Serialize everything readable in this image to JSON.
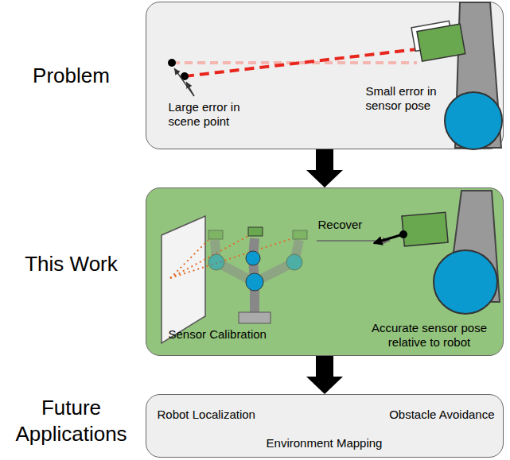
{
  "diagram": {
    "nodes": [
      {
        "text": [
          "Problem",
          "Large error in scene point",
          "Small error in sensor pose"
        ]
      },
      {
        "text": [
          "This Work",
          "Recover",
          "Sensor Calibration",
          "Accurate sensor pose relative to robot"
        ]
      },
      {
        "text": [
          "Future Applications",
          "Robot Localization",
          "Obstacle Avoidance",
          "Environment Mapping"
        ]
      }
    ],
    "edges": [
      {
        "from": 0,
        "to": 1,
        "arrow": "to"
      },
      {
        "from": 1,
        "to": 2,
        "arrow": "to"
      }
    ]
  }
}
